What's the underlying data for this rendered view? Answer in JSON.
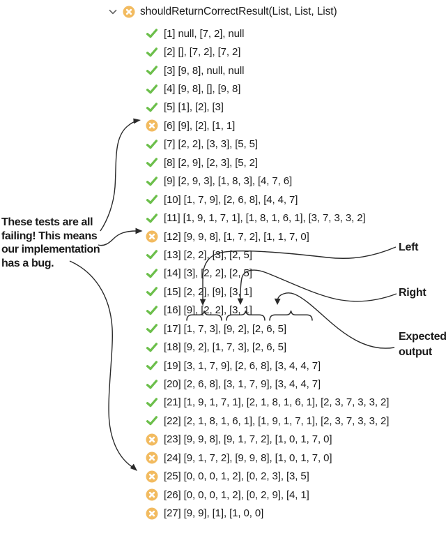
{
  "header": {
    "title": "shouldReturnCorrectResult(List, List, List)",
    "status": "fail",
    "chevron_icon": "chevron-down-icon",
    "status_icon": "fail-circle-x-icon"
  },
  "tests": [
    {
      "index": 1,
      "status": "pass",
      "text": "[1] null, [7, 2], null"
    },
    {
      "index": 2,
      "status": "pass",
      "text": "[2] [], [7, 2], [7, 2]"
    },
    {
      "index": 3,
      "status": "pass",
      "text": "[3] [9, 8], null, null"
    },
    {
      "index": 4,
      "status": "pass",
      "text": "[4] [9, 8], [], [9, 8]"
    },
    {
      "index": 5,
      "status": "pass",
      "text": "[5] [1], [2], [3]"
    },
    {
      "index": 6,
      "status": "fail",
      "text": "[6] [9], [2], [1, 1]"
    },
    {
      "index": 7,
      "status": "pass",
      "text": "[7] [2, 2], [3, 3], [5, 5]"
    },
    {
      "index": 8,
      "status": "pass",
      "text": "[8] [2, 9], [2, 3], [5, 2]"
    },
    {
      "index": 9,
      "status": "pass",
      "text": "[9] [2, 9, 3], [1, 8, 3], [4, 7, 6]"
    },
    {
      "index": 10,
      "status": "pass",
      "text": "[10] [1, 7, 9], [2, 6, 8], [4, 4, 7]"
    },
    {
      "index": 11,
      "status": "pass",
      "text": "[11] [1, 9, 1, 7, 1], [1, 8, 1, 6, 1], [3, 7, 3, 3, 2]"
    },
    {
      "index": 12,
      "status": "fail",
      "text": "[12] [9, 9, 8], [1, 7, 2], [1, 1, 7, 0]"
    },
    {
      "index": 13,
      "status": "pass",
      "text": "[13] [2, 2], [3], [2, 5]"
    },
    {
      "index": 14,
      "status": "pass",
      "text": "[14] [3], [2, 2], [2, 5]"
    },
    {
      "index": 15,
      "status": "pass",
      "text": "[15] [2, 2], [9], [3, 1]"
    },
    {
      "index": 16,
      "status": "pass",
      "text": "[16] [9], [2, 2], [3, 1]"
    },
    {
      "index": 17,
      "status": "pass",
      "text": "[17] [1, 7, 3], [9, 2], [2, 6, 5]"
    },
    {
      "index": 18,
      "status": "pass",
      "text": "[18] [9, 2], [1, 7, 3], [2, 6, 5]"
    },
    {
      "index": 19,
      "status": "pass",
      "text": "[19] [3, 1, 7, 9], [2, 6, 8], [3, 4, 4, 7]"
    },
    {
      "index": 20,
      "status": "pass",
      "text": "[20] [2, 6, 8], [3, 1, 7, 9], [3, 4, 4, 7]"
    },
    {
      "index": 21,
      "status": "pass",
      "text": "[21] [1, 9, 1, 7, 1], [2, 1, 8, 1, 6, 1], [2, 3, 7, 3, 3, 2]"
    },
    {
      "index": 22,
      "status": "pass",
      "text": "[22] [2, 1, 8, 1, 6, 1], [1, 9, 1, 7, 1], [2, 3, 7, 3, 3, 2]"
    },
    {
      "index": 23,
      "status": "fail",
      "text": "[23] [9, 9, 8], [9, 1, 7, 2], [1, 0, 1, 7, 0]"
    },
    {
      "index": 24,
      "status": "fail",
      "text": "[24] [9, 1, 7, 2], [9, 9, 8], [1, 0, 1, 7, 0]"
    },
    {
      "index": 25,
      "status": "fail",
      "text": "[25] [0, 0, 0, 1, 2], [0, 2, 3], [3, 5]"
    },
    {
      "index": 26,
      "status": "fail",
      "text": "[26] [0, 0, 0, 1, 2], [0, 2, 9], [4, 1]"
    },
    {
      "index": 27,
      "status": "fail",
      "text": "[27] [9, 9], [1], [1, 0, 0]"
    }
  ],
  "annotations": {
    "left_note": "These tests are all\nfailing! This means\nour implementation\nhas a bug.",
    "label_left": "Left",
    "label_right": "Right",
    "label_expected": "Expected output"
  },
  "icons": {
    "pass": "green-check-icon",
    "fail": "amber-circle-x-icon"
  },
  "colors": {
    "pass": "#6cbf4b",
    "fail": "#f2bb60",
    "text": "#1b1b1b",
    "annotation": "#1a1a1a",
    "arrow": "#2a2a2a"
  }
}
